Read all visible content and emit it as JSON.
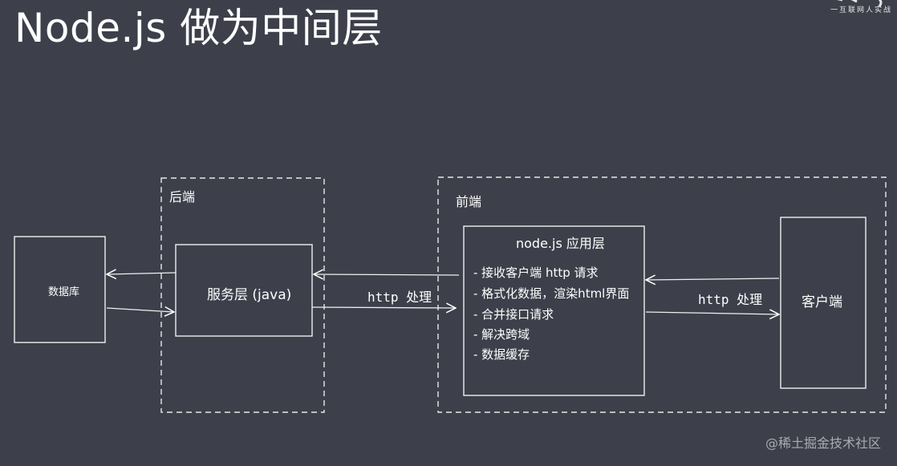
{
  "title": "Node.js 做为中间层",
  "watermark_top": "一互联网人实战",
  "groups": {
    "backend": "后端",
    "frontend": "前端"
  },
  "boxes": {
    "database": "数据库",
    "service": "服务层 (java)",
    "node": "node.js 应用层",
    "client": "客户端"
  },
  "node_items": [
    "- 接收客户端 http 请求",
    "- 格式化数据，渲染html界面",
    "- 合并接口请求",
    "- 解决跨域",
    "- 数据缓存"
  ],
  "edges": {
    "service_node_http": "http",
    "service_node_label": "处理",
    "node_client_http": "http",
    "node_client_label": "处理"
  },
  "footer": "@稀土掘金技术社区"
}
